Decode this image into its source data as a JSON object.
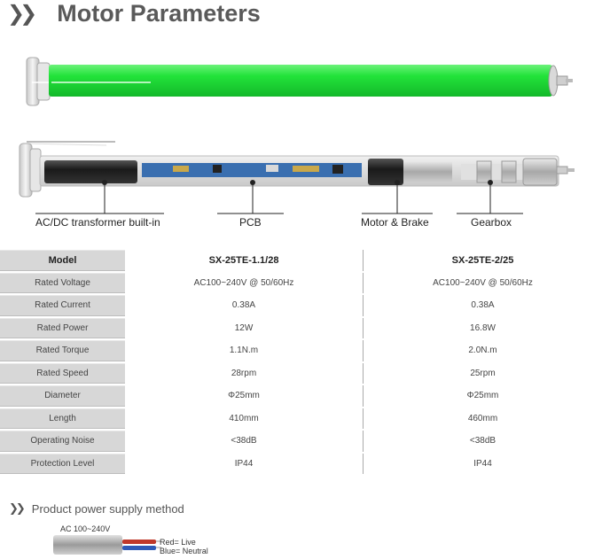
{
  "header": {
    "title": "Motor Parameters"
  },
  "diagram": {
    "labels": {
      "transformer": "AC/DC transformer built-in",
      "pcb": "PCB",
      "motor_brake": "Motor & Brake",
      "gearbox": "Gearbox"
    },
    "colors": {
      "tube": "#22e33a",
      "black_part": "#222222",
      "pcb": "#3a6fb0"
    }
  },
  "spec_table": {
    "header": {
      "key": "Model",
      "col1": "SX-25TE-1.1/28",
      "col2": "SX-25TE-2/25"
    },
    "rows": [
      {
        "key": "Rated Voltage",
        "col1": "AC100~240V @ 50/60Hz",
        "col2": "AC100~240V @ 50/60Hz"
      },
      {
        "key": "Rated Current",
        "col1": "0.38A",
        "col2": "0.38A"
      },
      {
        "key": "Rated Power",
        "col1": "12W",
        "col2": "16.8W"
      },
      {
        "key": "Rated Torque",
        "col1": "1.1N.m",
        "col2": "2.0N.m"
      },
      {
        "key": "Rated Speed",
        "col1": "28rpm",
        "col2": "25rpm"
      },
      {
        "key": "Diameter",
        "col1": "Φ25mm",
        "col2": "Φ25mm"
      },
      {
        "key": "Length",
        "col1": "410mm",
        "col2": "460mm"
      },
      {
        "key": "Operating Noise",
        "col1": "<38dB",
        "col2": "<38dB"
      },
      {
        "key": "Protection Level",
        "col1": "IP44",
        "col2": "IP44"
      }
    ]
  },
  "supply": {
    "title": "Product power supply method",
    "voltage_label": "AC 100~240V",
    "red_label": "Red= Live",
    "blue_label": "Blue= Neutral"
  }
}
